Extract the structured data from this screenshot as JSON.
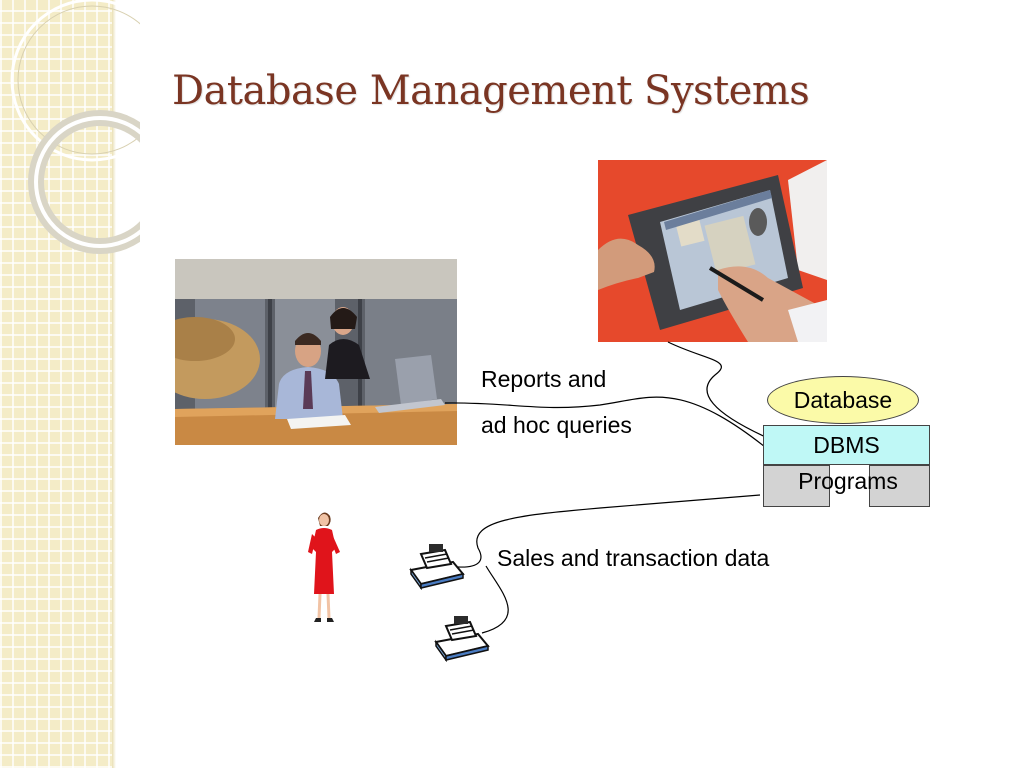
{
  "slide": {
    "title": "Database Management Systems"
  },
  "labels": {
    "reports_line1": "Reports and",
    "reports_line2": "ad hoc queries",
    "sales": "Sales and transaction data"
  },
  "nodes": {
    "database": "Database",
    "dbms": "DBMS",
    "programs": "Programs"
  },
  "icons": {
    "office_photo": "business-people-at-laptop-photo",
    "tablet_photo": "hand-held-tablet-computer-photo",
    "woman": "woman-in-red-dress-icon",
    "register": "cash-register-icon"
  },
  "colors": {
    "title": "#7a3523",
    "side_band": "#f4ecc7",
    "database_fill": "#fbfaa8",
    "dbms_fill": "#bff8f6",
    "programs_fill": "#d3d3d3",
    "tablet_background": "#e6492c",
    "dress": "#e0141b"
  }
}
